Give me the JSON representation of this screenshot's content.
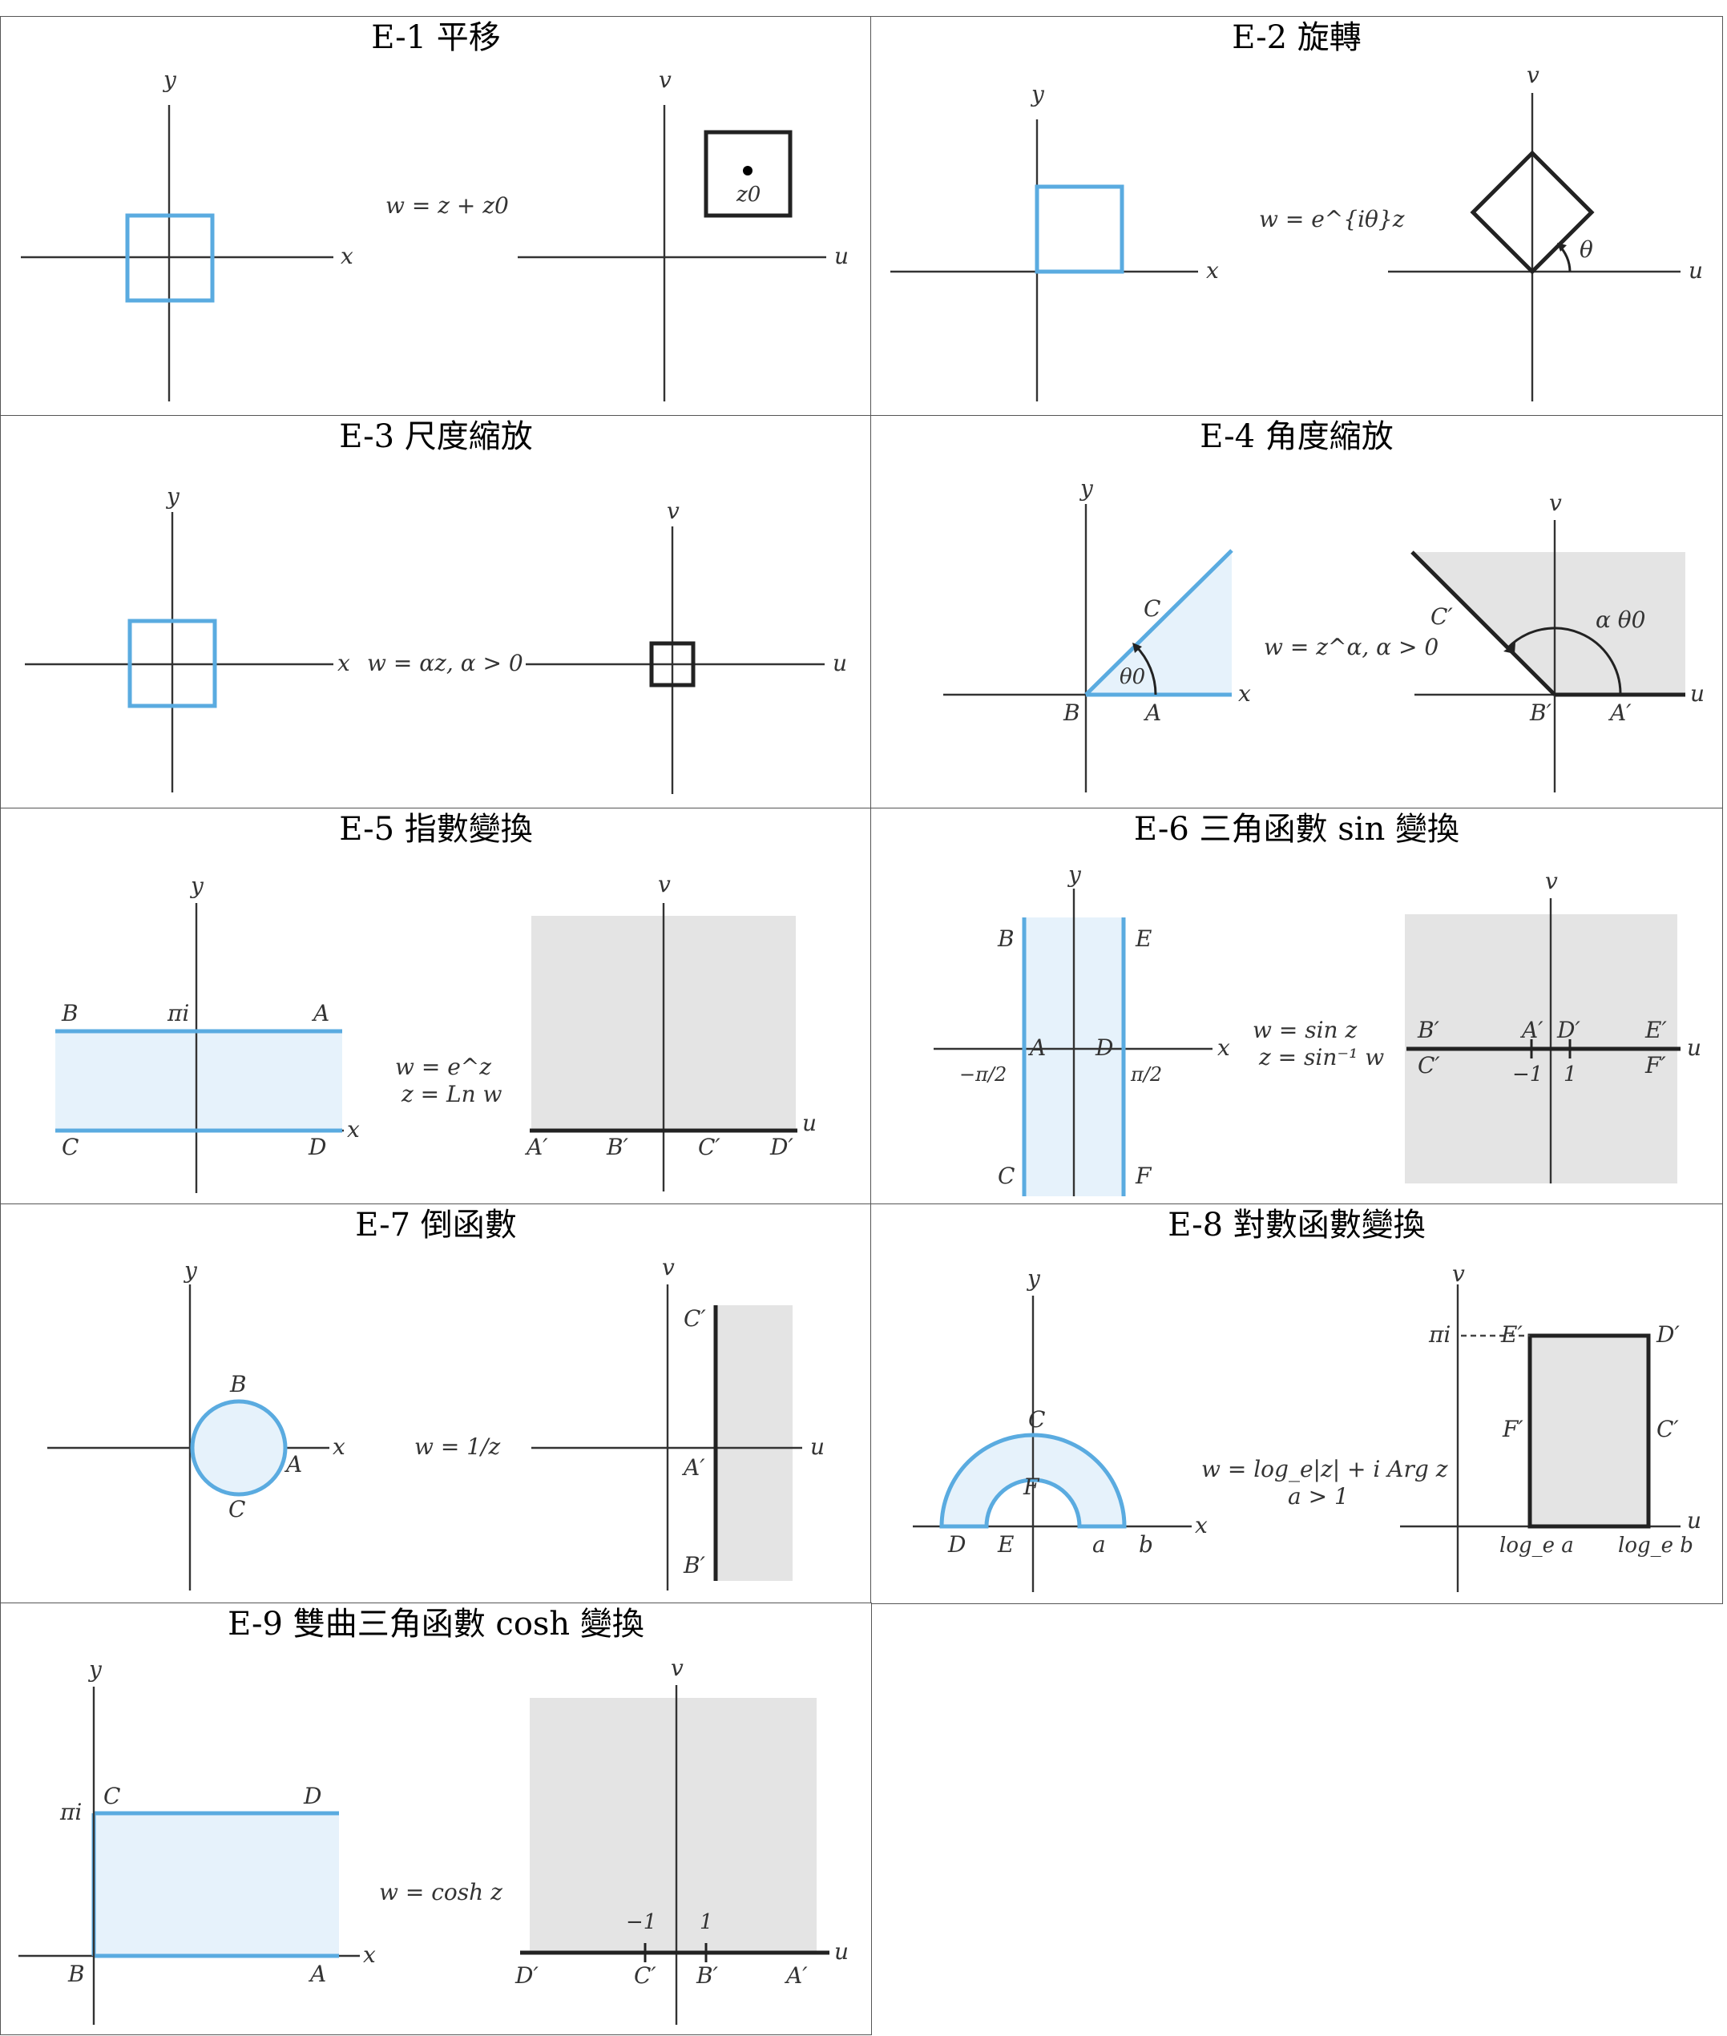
{
  "cells": {
    "e1": {
      "title": "E-1 平移",
      "formula": "w = z + z0",
      "labels": {
        "y": "y",
        "x": "x",
        "v": "v",
        "u": "u",
        "z0": "z0"
      }
    },
    "e2": {
      "title": "E-2 旋轉",
      "formula": "w = e^{iθ}z",
      "labels": {
        "y": "y",
        "x": "x",
        "v": "v",
        "u": "u",
        "theta": "θ"
      }
    },
    "e3": {
      "title": "E-3 尺度縮放",
      "formula": "w = αz, α > 0",
      "labels": {
        "y": "y",
        "x": "x",
        "v": "v",
        "u": "u"
      }
    },
    "e4": {
      "title": "E-4 角度縮放",
      "formula": "w = z^α, α > 0",
      "labels": {
        "y": "y",
        "x": "x",
        "v": "v",
        "u": "u",
        "C": "C",
        "B": "B",
        "A": "A",
        "theta0": "θ0",
        "Cp": "C′",
        "Bp": "B′",
        "Ap": "A′",
        "alpha_theta0": "α θ0"
      }
    },
    "e5": {
      "title": "E-5 指數變換",
      "formula1": "w = e^z",
      "formula2": "z = Ln w",
      "labels": {
        "y": "y",
        "x": "x",
        "v": "v",
        "u": "u",
        "B": "B",
        "pii": "πi",
        "A": "A",
        "C": "C",
        "D": "D",
        "Ap": "A′",
        "Bp": "B′",
        "Cp": "C′",
        "Dp": "D′"
      }
    },
    "e6": {
      "title": "E-6 三角函數 sin 變換",
      "formula1": "w = sin z",
      "formula2": "z = sin⁻¹ w",
      "labels": {
        "y": "y",
        "x": "x",
        "v": "v",
        "u": "u",
        "B": "B",
        "E": "E",
        "A": "A",
        "D": "D",
        "C": "C",
        "F": "F",
        "neg_pi_2": "−π/2",
        "pi_2": "π/2",
        "Bp": "B′",
        "Ap": "A′",
        "Dp": "D′",
        "Ep": "E′",
        "Cp": "C′",
        "Fp": "F′",
        "neg1": "−1",
        "one": "1"
      }
    },
    "e7": {
      "title": "E-7 倒函數",
      "formula": "w = 1/z",
      "labels": {
        "y": "y",
        "x": "x",
        "v": "v",
        "u": "u",
        "B": "B",
        "A": "A",
        "C": "C",
        "Cp": "C′",
        "Ap": "A′",
        "Bp": "B′"
      }
    },
    "e8": {
      "title": "E-8 對數函數變換",
      "formula1": "w = log_e|z| + i Arg z",
      "formula2": "a > 1",
      "labels": {
        "y": "y",
        "x": "x",
        "v": "v",
        "u": "u",
        "C": "C",
        "F": "F",
        "D": "D",
        "E": "E",
        "a": "a",
        "b": "b",
        "pii": "πi",
        "Ep": "E′",
        "Dp": "D′",
        "Fp": "F′",
        "Cp": "C′",
        "loga": "log_e a",
        "logb": "log_e b"
      }
    },
    "e9": {
      "title": "E-9 雙曲三角函數 cosh 變換",
      "formula": "w = cosh z",
      "labels": {
        "y": "y",
        "x": "x",
        "v": "v",
        "u": "u",
        "pii": "πi",
        "C": "C",
        "D": "D",
        "B": "B",
        "A": "A",
        "neg1": "−1",
        "one": "1",
        "Dp": "D′",
        "Cp": "C′",
        "Bp": "B′",
        "Ap": "A′"
      }
    }
  },
  "colors": {
    "line": "#5aabe0",
    "fill": "#e6f2fb",
    "shade": "#e4e4e4",
    "axis": "#333333"
  }
}
